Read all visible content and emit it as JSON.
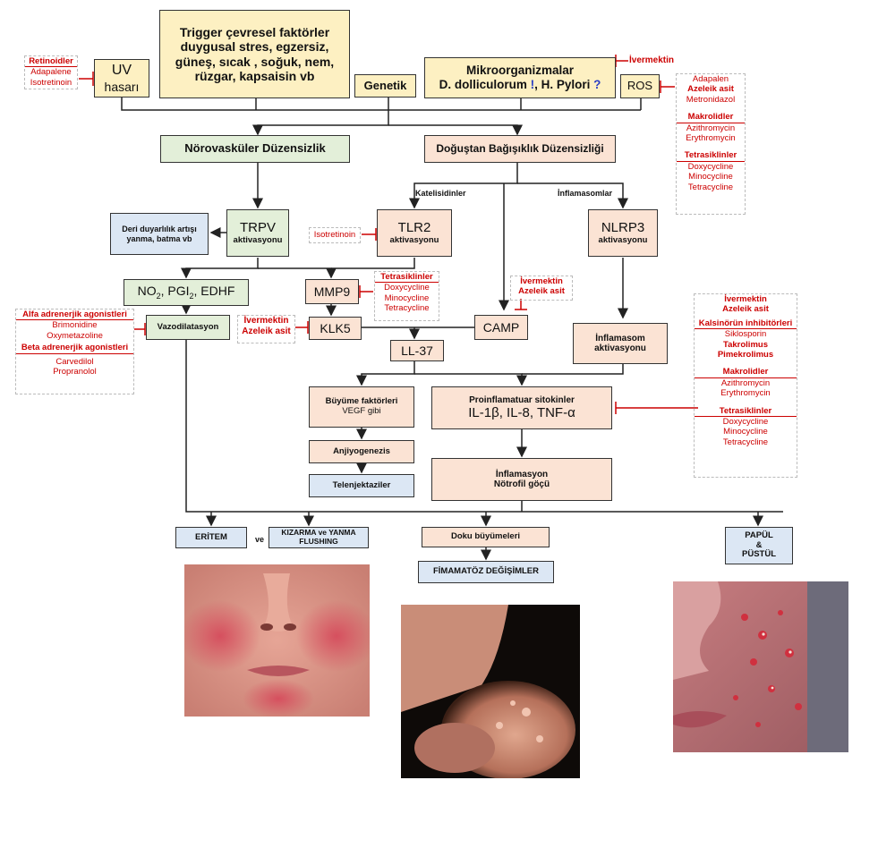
{
  "trigger": {
    "l1": "Trigger çevresel faktörler",
    "l2": "duygusal stres, egzersiz,",
    "l3": "güneş, sıcak , soğuk, nem,",
    "l4": "rüzgar, kapsaisin vb"
  },
  "uv": {
    "l1": "UV",
    "l2": "hasarı"
  },
  "retinoid": {
    "h": "Retinoidler",
    "a": "Adapalene",
    "b": "Isotretinoin"
  },
  "genetik": "Genetik",
  "mikro": {
    "l1": "Mikroorganizmalar",
    "l2a": "D. dolliculorum ",
    "q1": "!",
    "l2b": ", H. Pylori ",
    "q2": "?"
  },
  "ivermektin_top": "İvermektin",
  "ros": "ROS",
  "ros_drugs": {
    "a": "Adapalen",
    "b": "Azeleik asit",
    "c": "Metronidazol",
    "mh": "Makrolidler",
    "m1": "Azithromycin",
    "m2": "Erythromycin",
    "th": "Tetrasiklinler",
    "t1": "Doxycycline",
    "t2": "Minocycline",
    "t3": "Tetracycline"
  },
  "noro": "Nörovasküler Düzensizlik",
  "dogustan": "Doğuştan Bağışıklık Düzensizliği",
  "katel": "Katelisidinler",
  "inflamasomlar": "İnflamasomlar",
  "deri": {
    "l1": "Deri duyarlılık artışı",
    "l2": "yanma, batma vb"
  },
  "trpv": {
    "l1": "TRPV",
    "l2": "aktivasyonu"
  },
  "iso": "Isotretinoin",
  "tlr2": {
    "l1": "TLR2",
    "l2": "aktivasyonu"
  },
  "nlrp3": {
    "l1": "NLRP3",
    "l2": "aktivasyonu"
  },
  "no2": {
    "a": "NO",
    "b": "2",
    "c": ", PGI",
    "d": "2",
    "e": ", EDHF"
  },
  "mmp9": "MMP9",
  "mmp_drugs": {
    "h": "Tetrasiklinler",
    "a": "Doxycycline",
    "b": "Minocycline",
    "c": "Tetracycline"
  },
  "camp_drugs": {
    "a": "İvermektin",
    "b": "Azeleik asit"
  },
  "alfa": {
    "h": "Alfa adrenerjik agonistleri",
    "a": "Brimonidine",
    "b": "Oxymetazoline",
    "h2": "Beta adrenerjik agonistleri",
    "c": "Carvedilol",
    "d": "Propranolol"
  },
  "vazo": "Vazodilatasyon",
  "klk_drugs": {
    "a": "İvermektin",
    "b": "Azeleik asit"
  },
  "klk5": "KLK5",
  "camp": "CAMP",
  "inflamasom": {
    "l1": "İnflamasom",
    "l2": "aktivasyonu"
  },
  "right_drugs": {
    "a": "İvermektin",
    "b": "Azeleik asit",
    "kh": "Kalsinörün inhibitörleri",
    "k1": "Siklosporin",
    "k2": "Takrolimus",
    "k3": "Pimekrolimus",
    "mh": "Makrolidler",
    "m1": "Azithromycin",
    "m2": "Erythromycin",
    "th": "Tetrasiklinler",
    "t1": "Doxycycline",
    "t2": "Minocycline",
    "t3": "Tetracycline"
  },
  "ll37": "LL-37",
  "buyume": {
    "l1": "Büyüme faktörleri",
    "l2": "VEGF gibi"
  },
  "pro": {
    "l1": "Proinflamatuar sitokinler",
    "l2": "IL-1β, IL-8, TNF-α"
  },
  "anjiyo": "Anjiyogenezis",
  "inflamasyon": {
    "l1": "İnflamasyon",
    "l2": "Nötrofil göçü"
  },
  "telen": "Telenjektaziler",
  "eritem": "ERİTEM",
  "ve": "ve",
  "kizarma": {
    "l1": "KIZARMA ve YANMA",
    "l2": "FLUSHING"
  },
  "doku": "Doku büyümeleri",
  "fima": "FİMAMATÖZ DEĞİŞİMLER",
  "papul": {
    "l1": "PAPÜL",
    "l2": "&",
    "l3": "PÜSTÜL"
  },
  "colors": {
    "red": "#cc0000",
    "yellow": "#fdf0c2",
    "green": "#e3efd9",
    "peach": "#fbe3d4",
    "blue": "#dce7f4"
  }
}
